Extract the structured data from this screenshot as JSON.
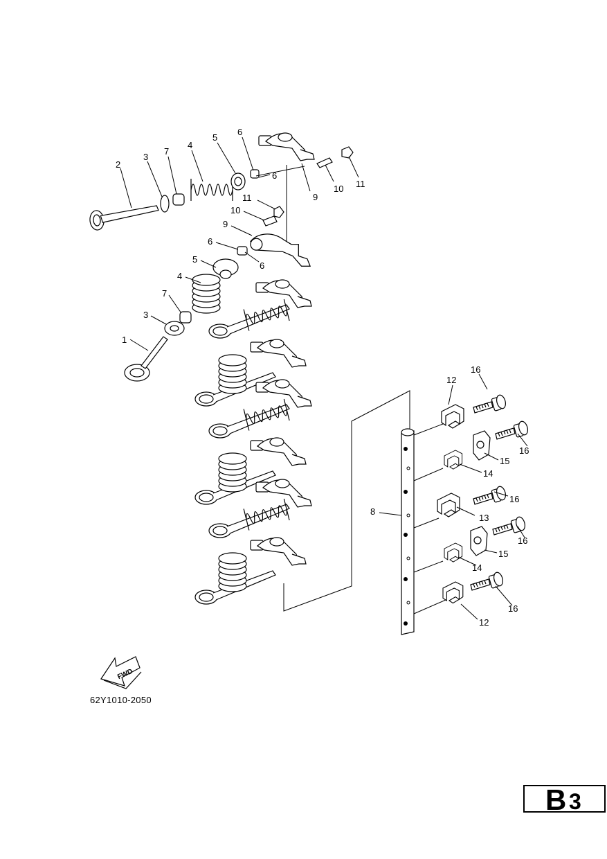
{
  "diagram": {
    "callouts": {
      "c1": "1",
      "c2": "2",
      "c3": "3",
      "c4": "4",
      "c5": "5",
      "c6": "6",
      "c7": "7",
      "c8": "8",
      "c9": "9",
      "c10": "10",
      "c11": "11",
      "c12": "12",
      "c13": "13",
      "c14": "14",
      "c15": "15",
      "c16": "16"
    },
    "fwd_label": "FWD",
    "part_code": "62Y1010-2050"
  },
  "page": {
    "letter": "B",
    "number": "3"
  }
}
